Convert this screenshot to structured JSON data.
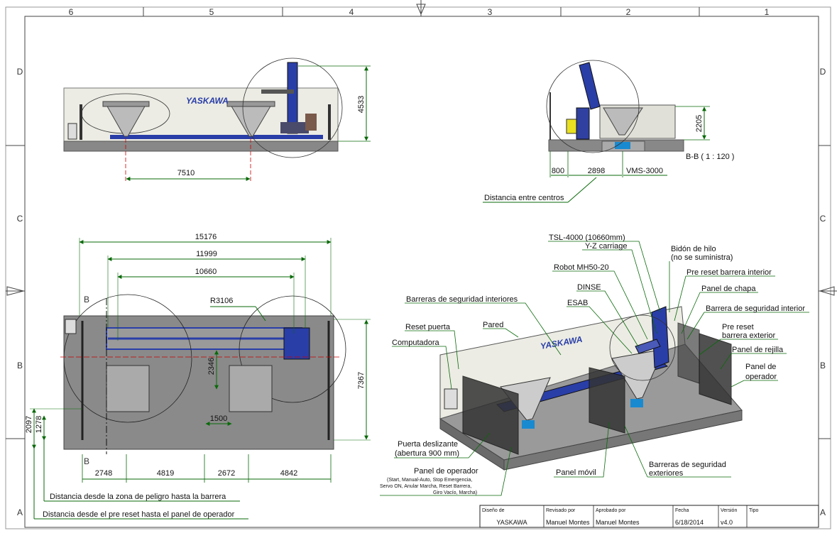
{
  "zones": {
    "columns": [
      "6",
      "5",
      "4",
      "3",
      "2",
      "1"
    ],
    "rows": [
      "D",
      "C",
      "B",
      "A"
    ]
  },
  "top_view": {
    "brand": "YASKAWA",
    "dim_length": "7510",
    "dim_height": "4533"
  },
  "side_view": {
    "dim_height": "2205",
    "section_label": "B-B ( 1 : 120 )",
    "dim_a": "800",
    "dim_b": "2898",
    "vms": "VMS-3000",
    "center_note": "Distancia entre centros"
  },
  "plan_view": {
    "dim_total": "15176",
    "dim_11999": "11999",
    "dim_10660": "10660",
    "radius": "R3106",
    "section_mark": "B",
    "dim_2346": "2346",
    "dim_1500": "1500",
    "dim_7367": "7367",
    "dim_2097": "2097",
    "dim_1278": "1278",
    "bottom_dims": [
      "2748",
      "4819",
      "2672",
      "4842"
    ],
    "note_1": "Distancia desde la zona de peligro hasta la barrera",
    "note_2": "Distancia desde el pre reset hasta el panel de operador"
  },
  "iso_view": {
    "brand": "YASKAWA",
    "labels": {
      "tsl": "TSL-4000 (10660mm)",
      "yz": "Y-Z carriage",
      "bidon_1": "Bidón de hilo",
      "bidon_2": "(no se suministra)",
      "robot": "Robot MH50-20",
      "pre_reset_int": "Pre reset barrera interior",
      "dinse": "DINSE",
      "panel_chapa": "Panel de chapa",
      "esab": "ESAB",
      "barreras_int": "Barreras de seguridad interiores",
      "barrera_int": "Barrera de seguridad interior",
      "reset_puerta": "Reset puerta",
      "pared": "Pared",
      "pre_reset_ext_1": "Pre reset",
      "pre_reset_ext_2": "barrera exterior",
      "computadora": "Computadora",
      "panel_rejilla": "Panel de rejilla",
      "panel_op_1": "Panel de",
      "panel_op_2": "operador",
      "puerta_1": "Puerta deslizante",
      "puerta_2": "(abertura 900 mm)",
      "panel_operador": "Panel de operador",
      "panel_operador_sub_1": "(Start, Manual-Auto, Stop Emergencia,",
      "panel_operador_sub_2": "Servo ON, Anular Marcha, Reset Barrera,",
      "panel_operador_sub_3": "Giro Vacío, Marcha)",
      "panel_movil": "Panel móvil",
      "barreras_ext_1": "Barreras de seguridad",
      "barreras_ext_2": "exteriores"
    }
  },
  "title_block": {
    "h_diseno": "Diseño de",
    "h_revisado": "Revisado por",
    "h_aprobado": "Aprobado por",
    "h_fecha": "Fecha",
    "h_version": "Versión",
    "h_tipo": "Tipo",
    "diseno": "YASKAWA",
    "revisado": "Manuel Montes",
    "aprobado": "Manuel Montes",
    "fecha": "6/18/2014",
    "version": "v4.0"
  },
  "colors": {
    "robot_blue": "#2a3ea8",
    "dim_green": "#0a6a0a",
    "floor_gray": "#8a8a8a",
    "wall": "#e8e8e0"
  }
}
